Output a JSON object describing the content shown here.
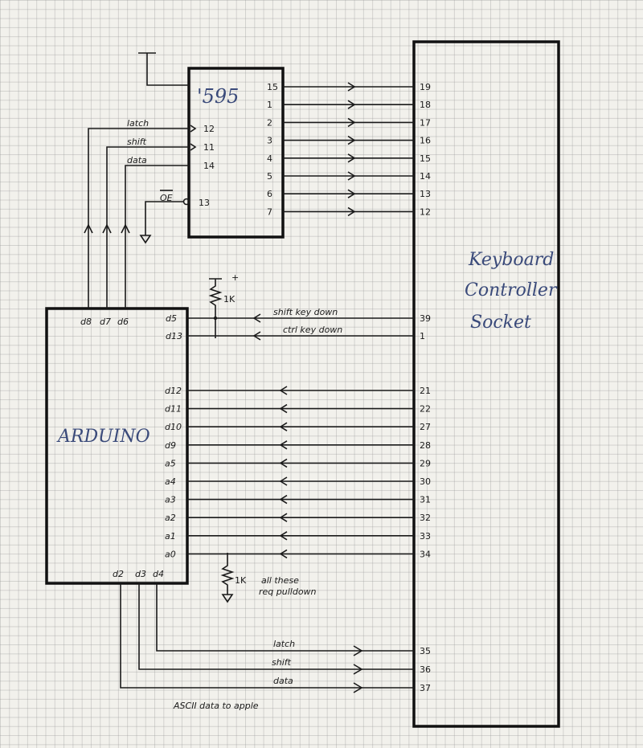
{
  "chip": {
    "name": "'595"
  },
  "arduino": {
    "name": "ARDUINO"
  },
  "socket": {
    "line1": "Keyboard",
    "line2": "Controller",
    "line3": "Socket"
  },
  "chip_inputs": [
    {
      "signal": "latch",
      "pin": "12"
    },
    {
      "signal": "shift",
      "pin": "11"
    },
    {
      "signal": "data",
      "pin": "14"
    }
  ],
  "chip_oe": {
    "signal": "OE",
    "pin": "13"
  },
  "arduino_top_pins": [
    "d8",
    "d7",
    "d6"
  ],
  "chip_outputs": [
    {
      "chip_pin": "15",
      "socket_pin": "19"
    },
    {
      "chip_pin": "1",
      "socket_pin": "18"
    },
    {
      "chip_pin": "2",
      "socket_pin": "17"
    },
    {
      "chip_pin": "3",
      "socket_pin": "16"
    },
    {
      "chip_pin": "4",
      "socket_pin": "15"
    },
    {
      "chip_pin": "5",
      "socket_pin": "14"
    },
    {
      "chip_pin": "6",
      "socket_pin": "13"
    },
    {
      "chip_pin": "7",
      "socket_pin": "12"
    }
  ],
  "pullup_resistor": {
    "label": "1K",
    "supply": "+"
  },
  "key_lines": [
    {
      "arduino_pin": "d5",
      "label": "shift key down",
      "socket_pin": "39"
    },
    {
      "arduino_pin": "d13",
      "label": "ctrl key down",
      "socket_pin": "1"
    }
  ],
  "input_lines": [
    {
      "arduino_pin": "d12",
      "socket_pin": "21"
    },
    {
      "arduino_pin": "d11",
      "socket_pin": "22"
    },
    {
      "arduino_pin": "d10",
      "socket_pin": "27"
    },
    {
      "arduino_pin": "d9",
      "socket_pin": "28"
    },
    {
      "arduino_pin": "a5",
      "socket_pin": "29"
    },
    {
      "arduino_pin": "a4",
      "socket_pin": "30"
    },
    {
      "arduino_pin": "a3",
      "socket_pin": "31"
    },
    {
      "arduino_pin": "a2",
      "socket_pin": "32"
    },
    {
      "arduino_pin": "a1",
      "socket_pin": "33"
    },
    {
      "arduino_pin": "a0",
      "socket_pin": "34"
    }
  ],
  "pulldown_resistor": {
    "label": "1K",
    "note_line1": "all these",
    "note_line2": "req pulldown"
  },
  "arduino_bottom_pins": [
    "d2",
    "d3",
    "d4"
  ],
  "output_lines": [
    {
      "label": "latch",
      "socket_pin": "35"
    },
    {
      "label": "shift",
      "socket_pin": "36"
    },
    {
      "label": "data",
      "socket_pin": "37"
    }
  ],
  "footer_note": "ASCII data to apple",
  "colors": {
    "ink": "#1a1a1a",
    "blue_ink": "#3a4a7a",
    "paper": "#f2f1ec",
    "grid": "#969696"
  }
}
